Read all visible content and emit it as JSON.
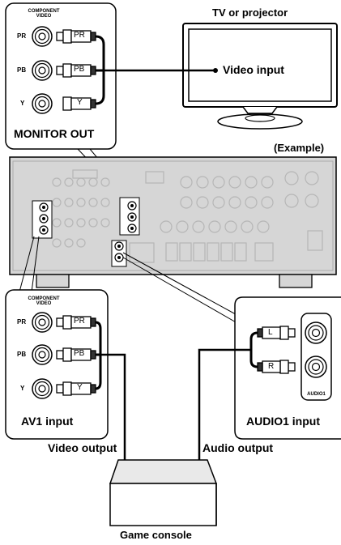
{
  "labels": {
    "tv_or_projector": "TV or projector",
    "video_input": "Video input",
    "monitor_out": "MONITOR OUT",
    "example": "(Example)",
    "av1_input": "AV1 input",
    "audio1_input": "AUDIO1 input",
    "video_output": "Video output",
    "audio_output": "Audio output",
    "game_console": "Game console"
  },
  "component_panel": {
    "header_line1": "COMPONENT",
    "header_line2": "VIDEO",
    "jacks": [
      "PR",
      "PB",
      "Y"
    ]
  },
  "plugs": {
    "pr": "PR",
    "pb": "PB",
    "y": "Y",
    "left": "L",
    "right": "R"
  },
  "audio_panel": {
    "label": "AUDIO1"
  }
}
